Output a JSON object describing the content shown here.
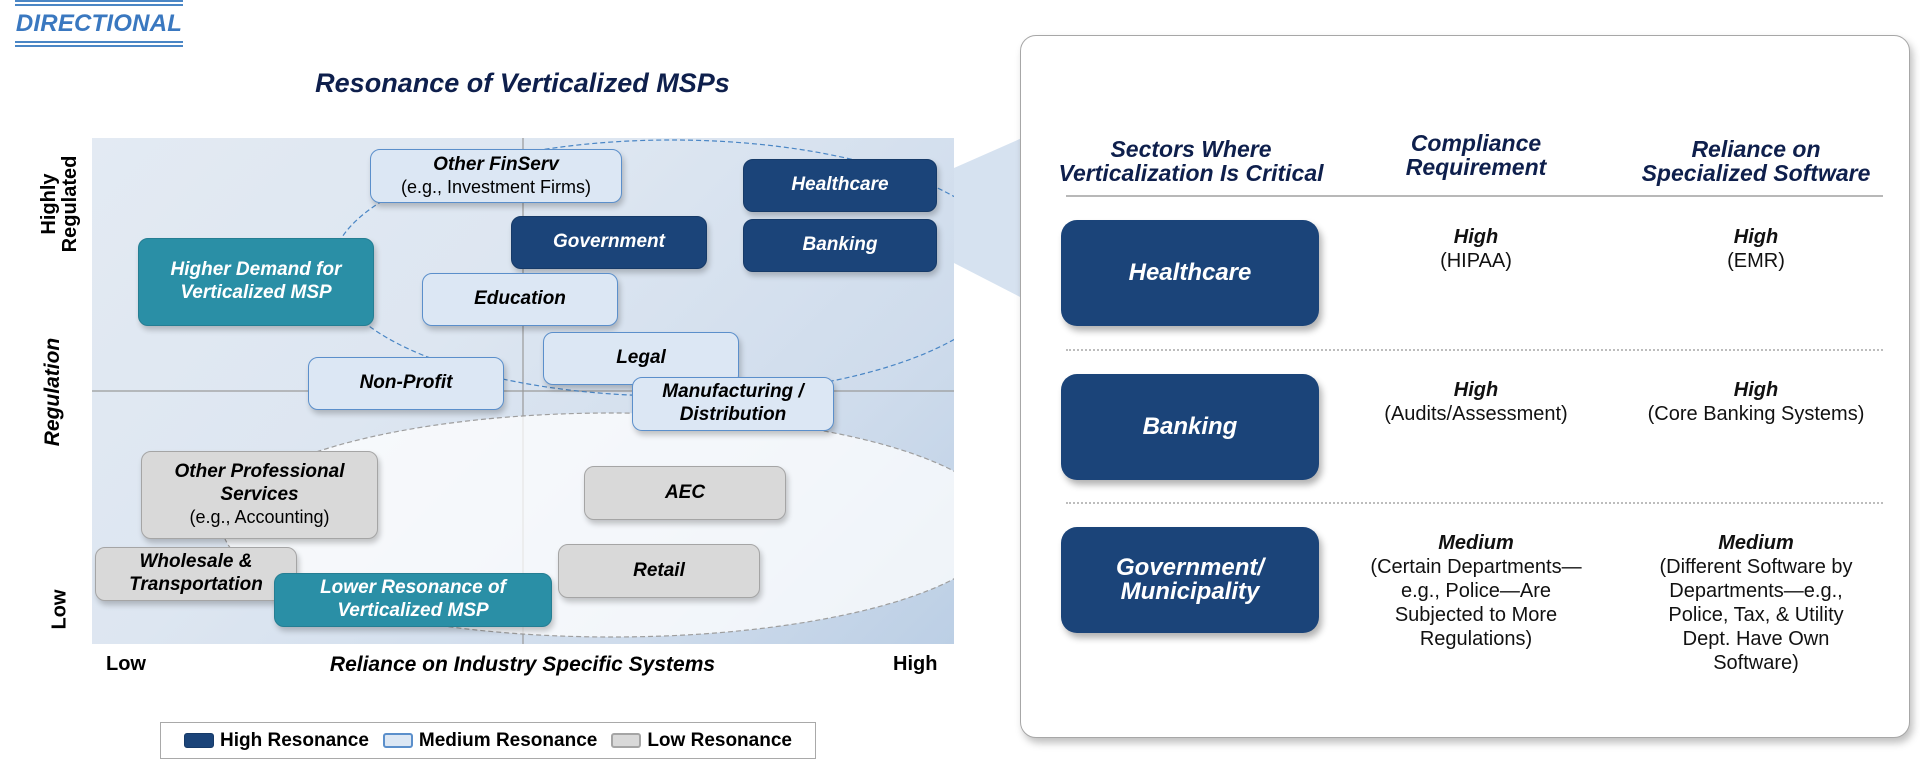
{
  "tag": "DIRECTIONAL",
  "chart": {
    "title": "Resonance of Verticalized MSPs",
    "y_axis": {
      "title": "Regulation",
      "top_label": "Highly\nRegulated",
      "bottom_label": "Low"
    },
    "x_axis": {
      "title": "Reliance on Industry Specific Systems",
      "left_label": "Low",
      "right_label": "High"
    },
    "callouts": {
      "high": "Higher Demand for Verticalized MSP",
      "low": "Lower Resonance of Verticalized MSP"
    },
    "sectors": [
      {
        "name": "Other FinServ",
        "sub": "(e.g., Investment Firms)",
        "resonance": "medium"
      },
      {
        "name": "Healthcare",
        "sub": "",
        "resonance": "high"
      },
      {
        "name": "Government",
        "sub": "",
        "resonance": "high"
      },
      {
        "name": "Banking",
        "sub": "",
        "resonance": "high"
      },
      {
        "name": "Education",
        "sub": "",
        "resonance": "medium"
      },
      {
        "name": "Non-Profit",
        "sub": "",
        "resonance": "medium"
      },
      {
        "name": "Legal",
        "sub": "",
        "resonance": "medium"
      },
      {
        "name": "Manufacturing / Distribution",
        "sub": "",
        "resonance": "medium"
      },
      {
        "name": "Other Professional Services",
        "sub": "(e.g., Accounting)",
        "resonance": "low"
      },
      {
        "name": "AEC",
        "sub": "",
        "resonance": "low"
      },
      {
        "name": "Wholesale & Transportation",
        "sub": "",
        "resonance": "low"
      },
      {
        "name": "Retail",
        "sub": "",
        "resonance": "low"
      }
    ],
    "legend": [
      {
        "label": "High Resonance",
        "color": "#1b4479",
        "border": "#163a68"
      },
      {
        "label": "Medium Resonance",
        "color": "#dce7f4",
        "border": "#5b8fcb"
      },
      {
        "label": "Low Resonance",
        "color": "#d9d9d9",
        "border": "#a5a5a5"
      }
    ],
    "colors": {
      "high": "#1b4479",
      "medium": "#dce7f4",
      "low": "#d9d9d9",
      "callout": "#2a8fa6",
      "title": "#0e1f4c",
      "tag": "#3a78c0"
    }
  },
  "table": {
    "headers": [
      "Sectors Where\nVerticalization Is Critical",
      "Compliance\nRequirement",
      "Reliance on\nSpecialized Software"
    ],
    "rows": [
      {
        "sector": "Healthcare",
        "compliance_level": "High",
        "compliance_detail": "(HIPAA)",
        "software_level": "High",
        "software_detail": "(EMR)"
      },
      {
        "sector": "Banking",
        "compliance_level": "High",
        "compliance_detail": "(Audits/Assessment)",
        "software_level": "High",
        "software_detail": "(Core Banking Systems)"
      },
      {
        "sector": "Government/\nMunicipality",
        "compliance_level": "Medium",
        "compliance_detail": "(Certain Departments—\ne.g., Police—Are\nSubjected to More\nRegulations)",
        "software_level": "Medium",
        "software_detail": "(Different Software by\nDepartments—e.g.,\nPolice, Tax, & Utility\nDept. Have Own\nSoftware)"
      }
    ]
  }
}
